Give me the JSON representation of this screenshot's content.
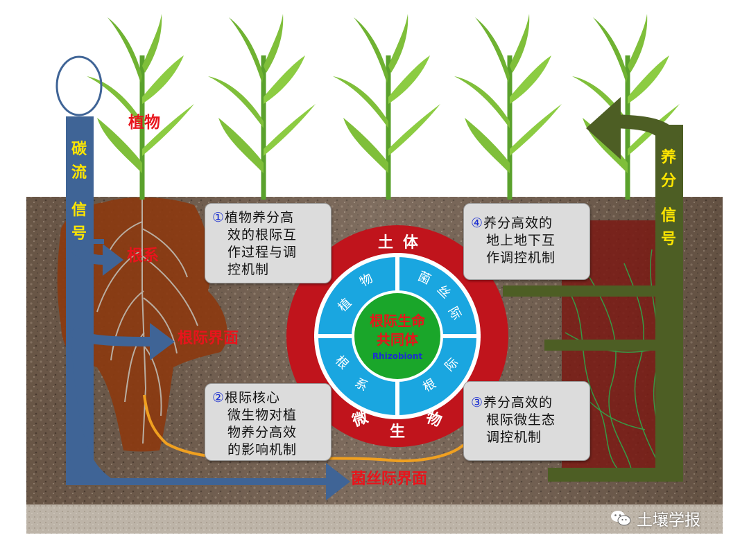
{
  "labels": {
    "plant": "植物",
    "carbon_flow_1": "碳",
    "carbon_flow_2": "流",
    "signal_left_1": "信",
    "signal_left_2": "号",
    "root_system": "根系",
    "root_interface": "根际界面",
    "hyphae_interface": "菌丝际界面",
    "nutrient_1": "养",
    "nutrient_2": "分",
    "signal_right_1": "信",
    "signal_right_2": "号"
  },
  "boxes": {
    "box1": {
      "num": "①",
      "lines": [
        "植物养分高",
        "效的根际互",
        "作过程与调",
        "控机制"
      ]
    },
    "box2": {
      "num": "②",
      "lines": [
        "根际核心",
        "微生物对植",
        "物养分高效",
        "的影响机制"
      ]
    },
    "box3": {
      "num": "③",
      "lines": [
        "养分高效的",
        "根际微生态",
        "调控机制"
      ]
    },
    "box4": {
      "num": "④",
      "lines": [
        "养分高效的",
        "地上地下互",
        "作调控机制"
      ]
    }
  },
  "circle": {
    "outer_top": [
      "土",
      "体"
    ],
    "outer_bottom": [
      "微",
      "生",
      "物"
    ],
    "ring_top_left": [
      "植",
      "物"
    ],
    "ring_top_right": [
      "菌",
      "丝",
      "际"
    ],
    "ring_bottom_left": [
      "根",
      "系"
    ],
    "ring_bottom_right": [
      "根",
      "际"
    ],
    "center_line1": "根际生命",
    "center_line2": "共同体",
    "center_latin": "Rhizobiont"
  },
  "watermark": {
    "text": "土壤学报",
    "icon": "wechat-icon"
  },
  "colors": {
    "carbon_arrow": "#3f6496",
    "nutrient_arrow": "#4d5e24",
    "outer_ring": "#c0141c",
    "inner_ring": "#1aa6e0",
    "center": "#1aa62a",
    "root_mass": "#8b3a10",
    "label_red": "#e8141c",
    "label_yellow": "#ffe600"
  }
}
